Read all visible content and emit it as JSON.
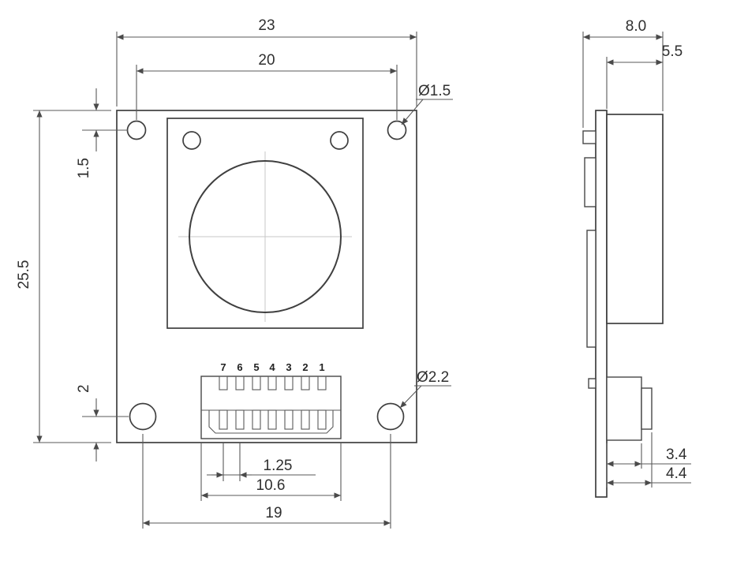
{
  "diagram": {
    "front_view": {
      "pins": [
        "7",
        "6",
        "5",
        "4",
        "3",
        "2",
        "1"
      ],
      "dimensions": {
        "outer_width": "23",
        "hole_span_top": "20",
        "board_height": "25.5",
        "hole_top_offset": "1.5",
        "hole_bottom_offset": "2",
        "top_hole_diameter": "Ø1.5",
        "bottom_hole_diameter": "Ø2.2",
        "pin_pitch": "1.25",
        "connector_width": "10.6",
        "hole_span_bottom": "19"
      }
    },
    "side_view": {
      "dimensions": {
        "total_depth": "8.0",
        "module_depth": "5.5",
        "connector_depth_inner": "3.4",
        "connector_depth_outer": "4.4"
      }
    },
    "line_color": "#3f3f3f",
    "dim_color": "#5a5a5a"
  }
}
